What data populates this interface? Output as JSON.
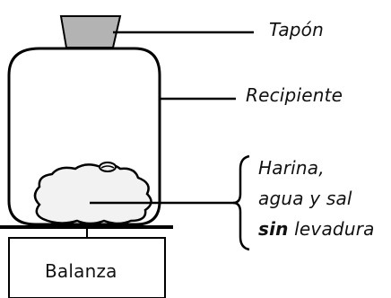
{
  "labels": {
    "cap": "Tapón",
    "container": "Recipiente",
    "dough_line1": "Harina,",
    "dough_line2": "agua y sal",
    "dough_emphasis": "sin",
    "dough_line3_rest": " levadura",
    "scale": "Balanza"
  },
  "colors": {
    "cap_fill": "#b3b3b3",
    "dough_fill": "#f2f2f2",
    "stroke": "#000000",
    "background": "#ffffff"
  }
}
